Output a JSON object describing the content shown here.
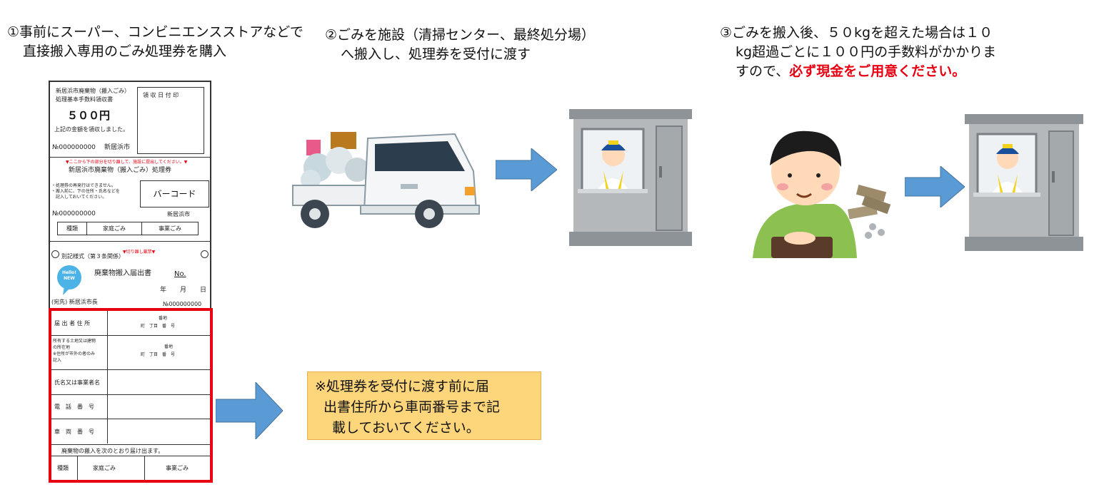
{
  "steps": {
    "s1": {
      "line1": "①事前にスーパー、コンビニエンスストアなどで",
      "line2": "直接搬入専用のごみ処理券を購入"
    },
    "s2": {
      "line1": "②ごみを施設（清掃センター、最終処分場）",
      "line2": "へ搬入し、処理券を受付に渡す"
    },
    "s3": {
      "line1": "③ごみを搬入後、５０kgを超えた場合は１０",
      "line2": "kg超過ごとに１００円の手数料がかかりま",
      "line3_prefix": "すので、",
      "line3_emph": "必ず現金をご用意ください。"
    }
  },
  "note": {
    "line1": "※処理券を受付に渡す前に届",
    "line2": "出書住所から車両番号まで記",
    "line3": "載しておいてください。"
  },
  "ticket": {
    "receipt_title1": "新居浜市廃棄物（搬入ごみ）",
    "receipt_title2": "処理基本手数料領収書",
    "price": "５００円",
    "received_text": "上記の金額を領収しました。",
    "stamp_label": "領 収 日 付 印",
    "serial1": "№000000000",
    "city1": "新居浜市",
    "cut_notice": "▼ここから下の部分を切り離して、施設に提出してください。▼",
    "voucher_title": "新居浜市廃棄物（搬入ごみ）処理券",
    "voucher_note1": "・処理券の再発行はできません。",
    "voucher_note2": "・搬入前に、下の住所・氏名などを",
    "voucher_note3": "　記入しておいてください。",
    "barcode": "バーコード",
    "serial2": "№000000000",
    "city2": "新居浜市",
    "kind_label": "種類",
    "kind_home": "家庭ごみ",
    "kind_business": "事業ごみ",
    "form_ref": "別記様式（第３条関係）",
    "cut_notice2": "▼切り離し厳禁▼",
    "mascot": "Hello! NEW",
    "form_title": "廃棄物搬入届出書",
    "form_no": "No.",
    "date_year": "年",
    "date_month": "月",
    "date_day": "日",
    "addressee": "(宛先) 新居浜市長",
    "serial3": "№000000000",
    "row_addr": "届 出 者 住 所",
    "addr_ban": "番地",
    "addr_line": "町　丁目　番　号",
    "row_location1": "所有する土地又は建物",
    "row_location2": "の所在地",
    "row_location3": "※住所が市外の者のみ",
    "row_location4": "記入",
    "row_name": "氏名又は事業者名",
    "row_tel": "電　話　番　号",
    "row_vehicle": "車　両　番　号",
    "declare": "廃棄物の搬入を次のとおり届け出ます。",
    "kind_label2": "種類",
    "kind_home2": "家庭ごみ",
    "kind_business2": "事業ごみ"
  },
  "colors": {
    "arrow": "#5b9bd5",
    "note_bg": "#fdd57a",
    "highlight": "#e60012",
    "booth": "#a8acae"
  }
}
